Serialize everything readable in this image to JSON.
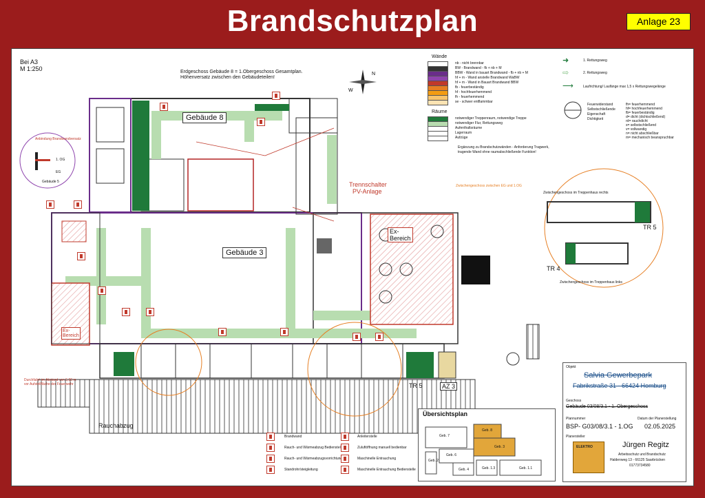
{
  "header": {
    "title": "Brandschutzplan",
    "badge": "Anlage 23"
  },
  "plan": {
    "format": "Bei A3",
    "scale": "M 1:250",
    "note_line1": "Erdgeschoss Gebäude 8 = 1.Obergeschoss Gesamtplan.",
    "note_line2": "Höhenversatz zwischen den Gebäudeteilen!",
    "building8": "Gebäude 8",
    "building3": "Gebäude 3",
    "building5": "Gebäude 5",
    "ex1": "Ex-\nBereich",
    "ex2": "Ex-\nBereich",
    "ex_label": "Ex-",
    "ex_label2": "Bereich",
    "pv_line1": "Trennschalter",
    "pv_line2": "PV-Anlage",
    "og": "1. OG",
    "eg": "EG",
    "anbindung": "Anbindung Brandwandversatz",
    "zwischen_note": "Zwischengeschoss zwischen EG und 1.OG",
    "zw_top": "Zwischengeschoss im Treppenhaus rechts",
    "zw_bottom": "Zwischengeschoss im Treppenhaus links",
    "tr4": "TR 4",
    "tr5a": "TR 5",
    "tr5b": "TR 5",
    "az3": "AZ 3",
    "rauchabzug": "Rauchabzug",
    "aufstell": "Durchfahrt im Abstand von 5,00 m vor Aufstellfläche der Feuerwehr"
  },
  "legend": {
    "walls_title": "Wände",
    "walls": [
      {
        "color": "#ffffff",
        "text": "nb - nicht brennbar"
      },
      {
        "color": "#333333",
        "text": "BW - Brandwand - fb + nb + M"
      },
      {
        "color": "#6a2d8a",
        "text": "BBW - Wand in bauart Brandwand - fb + nb + M"
      },
      {
        "color": "#8e44ad",
        "text": "hf + m - Wand anstelle Brandwand WaBW"
      },
      {
        "color": "#c0392b",
        "text": "hf + m - Wand in Bauart Brandwand BBW"
      },
      {
        "color": "#e67e22",
        "text": "fb - feuerbeständig"
      },
      {
        "color": "#f39c12",
        "text": "hf - hochfeuerhemmend"
      },
      {
        "color": "#f7c46c",
        "text": "fh - feuerhemmend"
      },
      {
        "color": "#fbe3b3",
        "text": "se - schwer entflammbar"
      }
    ],
    "rooms_title": "Räume",
    "rooms": [
      {
        "color": "#1f7a3a",
        "text": "notwendiger Treppenraum, notwendige Treppe"
      },
      {
        "color": "#b8ddb0",
        "text": "notwendiger Flur, Rettungsweg"
      },
      {
        "color": "#ffffff",
        "text": "Aufenthaltsräume"
      },
      {
        "color": "#ffffff",
        "text": "Lagerraum"
      },
      {
        "color": "#ffffff",
        "text": "Aufzüge"
      }
    ],
    "ergaenzung_line1": "Ergänzung zu Brandschutzwänden - Anforderung Tragwerk,",
    "ergaenzung_line2": "tragende Wand ohne raumabschließende Funktion!",
    "routes": [
      {
        "text": "1. Rettungsweg"
      },
      {
        "text": "2. Rettungsweg"
      },
      {
        "text": "Laufrichtung/ Laufänge max 1,5 x Rettungswegelänge"
      }
    ],
    "door_labels": [
      "Feuerwiderstand",
      "Selbstschließende",
      "Eigenschaft",
      "Dichtigkeit"
    ],
    "door_codes": [
      "fh= feuerhemmend",
      "hf= hochfeuerhemmend",
      "fb= feuerbeständig",
      "d= dicht (dichtschließend)",
      "rd= rauchdicht",
      "s= selbstschließend",
      "v= vollwandig",
      "n= nicht abschließbar",
      "m= mechanisch beanspruchbar"
    ]
  },
  "bottom_legend": {
    "col1": [
      "Brandwand",
      "Rauch- und Wärmeabzug Bedienstelle",
      "Rauch- und Wärmeabzugsvorrichtung",
      "Standrohr/steigleitung"
    ],
    "col2": [
      "Anleiterstelle",
      "Zuluftöffnung manuell bedienbar",
      "Maschinelle Entrauchung",
      "Maschinelle Entrauchung Bedienstelle"
    ]
  },
  "overview": {
    "title": "Übersichtsplan",
    "labels": [
      "Geb. 8",
      "Geb. 3",
      "Geb. 1.3",
      "Geb. 1.1",
      "Geb. 4",
      "Geb. 2",
      "Geb. 6",
      "Geb. 7"
    ]
  },
  "titleblock": {
    "objekt_label": "Objekt",
    "objekt_name": "Salvia Gewerbepark",
    "objekt_addr": "Fabrikstraße 31 - 66424 Homburg",
    "geschoss_label": "Geschoss",
    "geschoss_value": "Gebäude 03/08/3.1 - 1. Obergeschoss",
    "plannr_label": "Plannummer",
    "date_label": "Datum der Planerstellung",
    "plannr": "BSP- G03/08/3.1 - 1.OG",
    "date": "02.05.2025",
    "planer_label": "Planersteller",
    "name": "Jürgen Regitz",
    "company": "Arbeitsschutz und Brandschutz",
    "address": "Haldenweg 13 - 66125 Saarbrücken",
    "phone": "01773734580",
    "logo_text": "ELEKTRO"
  },
  "colors": {
    "frame": "#9b1c1c",
    "route": "#b8ddb0",
    "stair": "#1f7a3a",
    "brandwand": "#6a2d8a",
    "badge": "#ffff00"
  }
}
